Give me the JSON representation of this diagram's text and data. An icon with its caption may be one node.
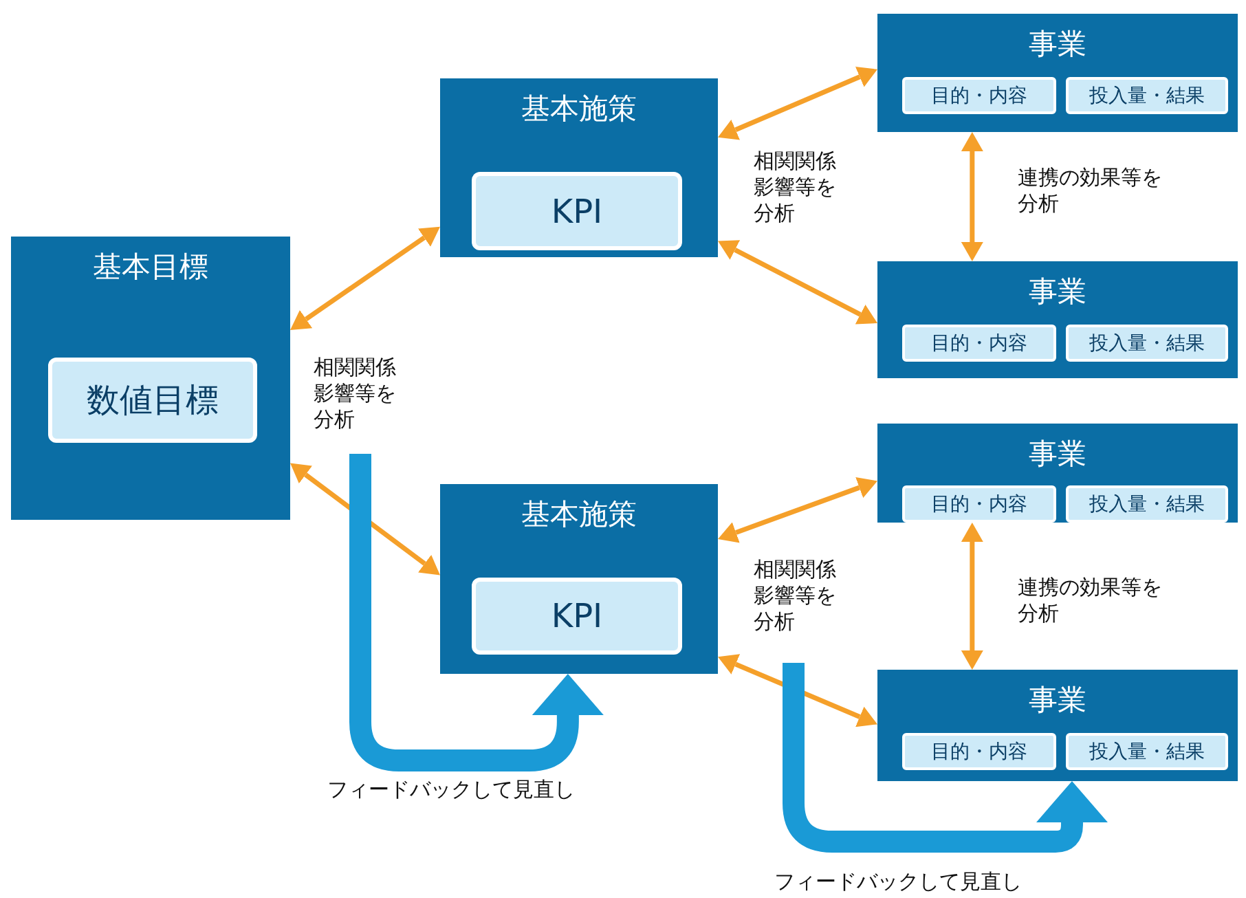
{
  "diagram": {
    "nodes": [
      {
        "text": [
          "基本目標"
        ]
      },
      {
        "text": [
          "数値目標"
        ],
        "in": 0
      },
      {
        "text": [
          "基本施策"
        ]
      },
      {
        "text": [
          "KPI"
        ],
        "in": 2
      },
      {
        "text": [
          "事業"
        ]
      },
      {
        "text": [
          "目的・内容"
        ],
        "in": 4
      },
      {
        "text": [
          "投入量・結果"
        ],
        "in": 4
      },
      {
        "text": [
          "事業"
        ]
      },
      {
        "text": [
          "目的・内容"
        ],
        "in": 7
      },
      {
        "text": [
          "投入量・結果"
        ],
        "in": 7
      },
      {
        "text": [
          "基本施策"
        ]
      },
      {
        "text": [
          "KPI"
        ],
        "in": 10
      },
      {
        "text": [
          "事業"
        ]
      },
      {
        "text": [
          "目的・内容"
        ],
        "in": 12
      },
      {
        "text": [
          "投入量・結果"
        ],
        "in": 12
      },
      {
        "text": [
          "事業"
        ]
      },
      {
        "text": [
          "目的・内容"
        ],
        "in": 15
      },
      {
        "text": [
          "投入量・結果"
        ],
        "in": 15
      }
    ],
    "edges": [
      {
        "from": 0,
        "to": 2,
        "arrow": "both"
      },
      {
        "from": 0,
        "to": 10,
        "arrow": "both"
      },
      {
        "from": 2,
        "to": 4,
        "arrow": "both"
      },
      {
        "from": 2,
        "to": 7,
        "arrow": "both"
      },
      {
        "from": 4,
        "to": 7,
        "arrow": "both",
        "label": "連携の効果等を分析"
      },
      {
        "from": 10,
        "to": 12,
        "arrow": "both"
      },
      {
        "from": 10,
        "to": 15,
        "arrow": "both"
      },
      {
        "from": 12,
        "to": 15,
        "arrow": "both",
        "label": "連携の効果等を分析"
      },
      {
        "from": null,
        "to": 10,
        "arrow": "to",
        "label": "フィードバックして見直し",
        "style": "thick",
        "color": "#1a9ad6"
      },
      {
        "from": null,
        "to": 15,
        "arrow": "to",
        "label": "フィードバックして見直し",
        "style": "thick",
        "color": "#1a9ad6"
      }
    ],
    "labels": [
      "相関関係影響等を分析",
      "相関関係影響等を分析",
      "相関関係影響等を分析"
    ]
  }
}
